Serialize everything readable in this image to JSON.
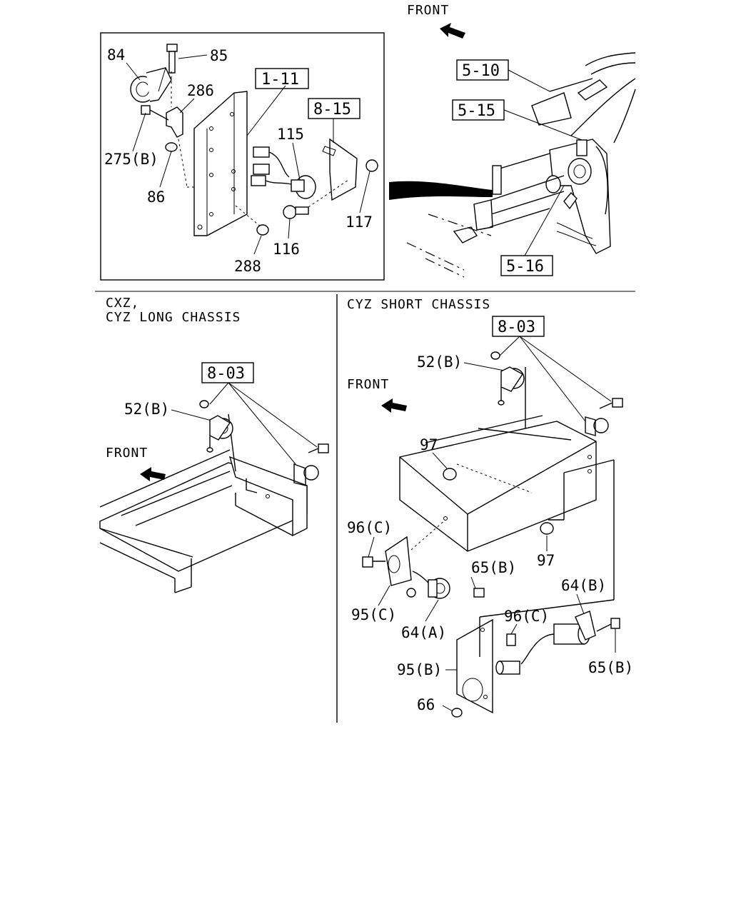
{
  "front_labels": {
    "top": "FRONT",
    "left_section": "FRONT",
    "right_section": "FRONT"
  },
  "section_titles": {
    "left_line1": "CXZ,",
    "left_line2": "CYZ LONG CHASSIS",
    "right": "CYZ SHORT CHASSIS"
  },
  "reference_boxes": {
    "r1_11": "1-11",
    "r8_15": "8-15",
    "r5_10": "5-10",
    "r5_15": "5-15",
    "r5_16": "5-16",
    "r8_03_left": "8-03",
    "r8_03_right": "8-03"
  },
  "part_labels": {
    "p84": "84",
    "p85": "85",
    "p286": "286",
    "p275b": "275(B)",
    "p86": "86",
    "p115": "115",
    "p117": "117",
    "p116": "116",
    "p288": "288",
    "p52b_left": "52(B)",
    "p52b_right": "52(B)",
    "p97_top": "97",
    "p97_bottom": "97",
    "p96c_left": "96(C)",
    "p65b_left": "65(B)",
    "p95c": "95(C)",
    "p64a": "64(A)",
    "p64b": "64(B)",
    "p96c_right": "96(C)",
    "p95b": "95(B)",
    "p65b_right": "65(B)",
    "p66": "66"
  }
}
